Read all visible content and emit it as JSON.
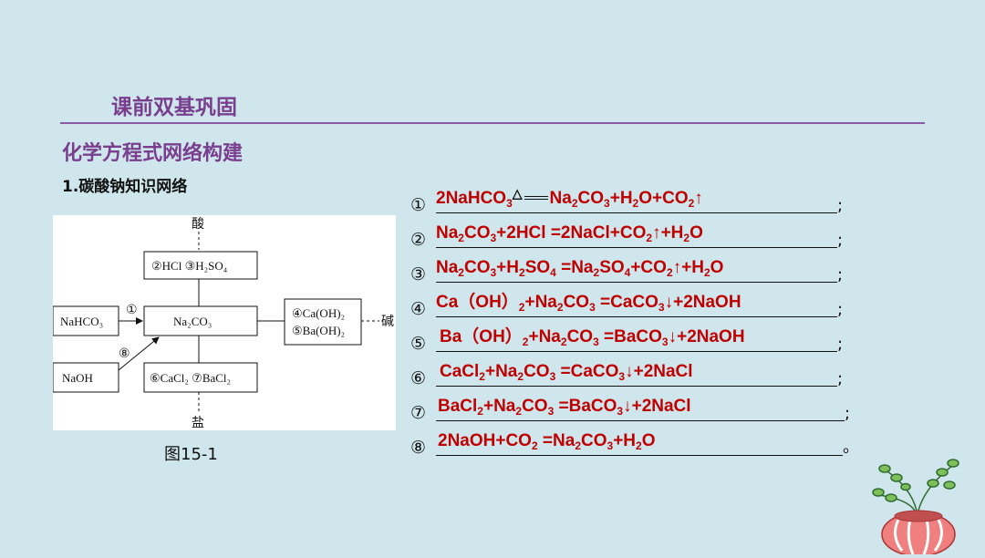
{
  "header": "课前双基巩固",
  "subtitle": "化学方程式网络构建",
  "section": "1.碳酸钠知识网络",
  "figure": {
    "caption": "图15-1",
    "label_acid": "酸",
    "label_base": "碱",
    "label_salt": "盐",
    "box_acid": "②HCl ③H₂SO₄",
    "box_center": "Na₂CO₃",
    "box_nahco3": "NaHCO₃",
    "box_naoh": "NaOH",
    "box_base": [
      "④Ca(OH)₂",
      "⑤Ba(OH)₂"
    ],
    "box_salt": "⑥CaCl₂ ⑦BaCl₂",
    "arrow1": "①",
    "arrow8": "⑧"
  },
  "equations": [
    {
      "num": "①",
      "end": ";"
    },
    {
      "num": "②",
      "end": ";"
    },
    {
      "num": "③",
      "end": ";"
    },
    {
      "num": "④",
      "end": ";"
    },
    {
      "num": "⑤",
      "end": ";"
    },
    {
      "num": "⑥",
      "end": ";"
    },
    {
      "num": "⑦",
      "end": ";"
    },
    {
      "num": "⑧",
      "end": "。"
    }
  ],
  "colors": {
    "accent": "#7a3e8f",
    "answer": "#c00000"
  }
}
